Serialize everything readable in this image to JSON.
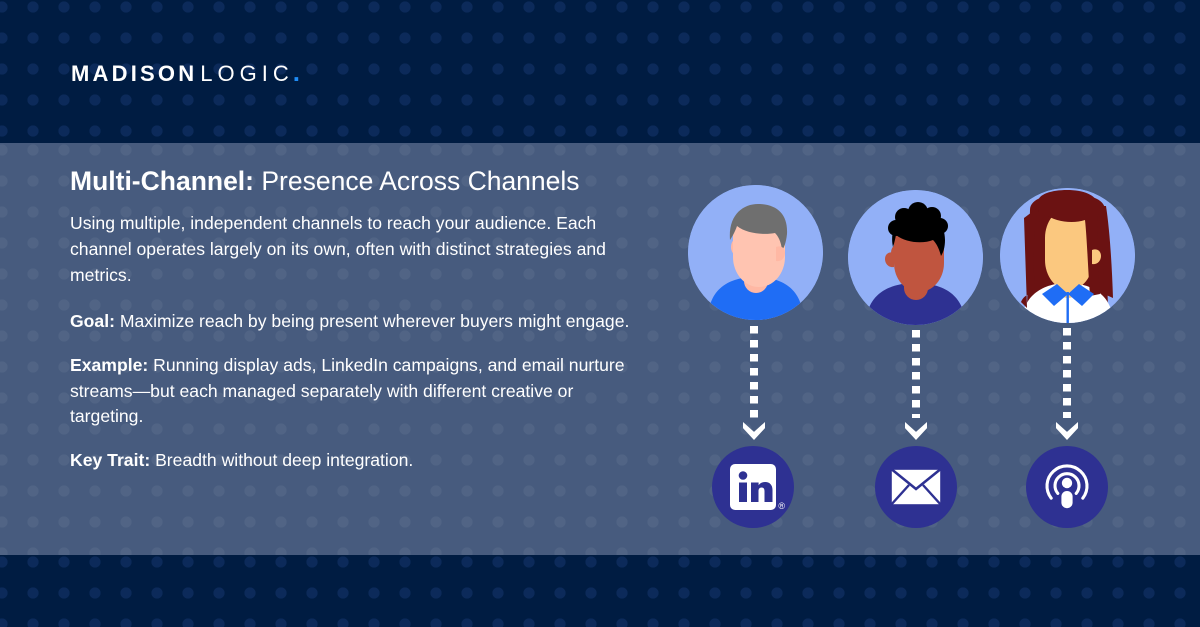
{
  "brand": {
    "logo_primary": "MADISON",
    "logo_secondary": "LOGIC",
    "logo_dot": ".",
    "navy": "#001c42",
    "panel": "#475b7e",
    "accent_blue": "#1f8cf5",
    "icon_indigo": "#2e3192"
  },
  "content": {
    "headline_bold": "Multi-Channel:",
    "headline_rest": " Presence Across Channels",
    "intro": "Using multiple, independent channels to reach your audience. Each channel operates largely on its own, often with distinct strategies and metrics.",
    "goal_label": "Goal:",
    "goal_text": " Maximize reach by being present wherever buyers might engage.",
    "example_label": "Example:",
    "example_text": " Running display ads, LinkedIn campaigns, and email nurture streams—but each managed separately with different creative or targeting.",
    "trait_label": "Key Trait:",
    "trait_text": " Breadth without deep integration."
  },
  "illustration": {
    "avatars": [
      {
        "name": "avatar-person-one",
        "skin": "#ffb8a4",
        "hair": "#6f6f6f",
        "shirt": "#1f6df5",
        "circle": "#92b0f7"
      },
      {
        "name": "avatar-person-two",
        "skin": "#c0553f",
        "hair": "#000000",
        "shirt": "#2e3192",
        "circle": "#92b0f7"
      },
      {
        "name": "avatar-person-three",
        "skin": "#fbc87f",
        "hair": "#6b1212",
        "shirt": "#ffffff",
        "circle": "#92b0f7"
      }
    ],
    "channels": [
      {
        "name": "linkedin-icon",
        "label": "in"
      },
      {
        "name": "email-icon",
        "label": ""
      },
      {
        "name": "podcast-icon",
        "label": ""
      }
    ],
    "linkedin_mark": "in",
    "linkedin_registered": "®"
  }
}
